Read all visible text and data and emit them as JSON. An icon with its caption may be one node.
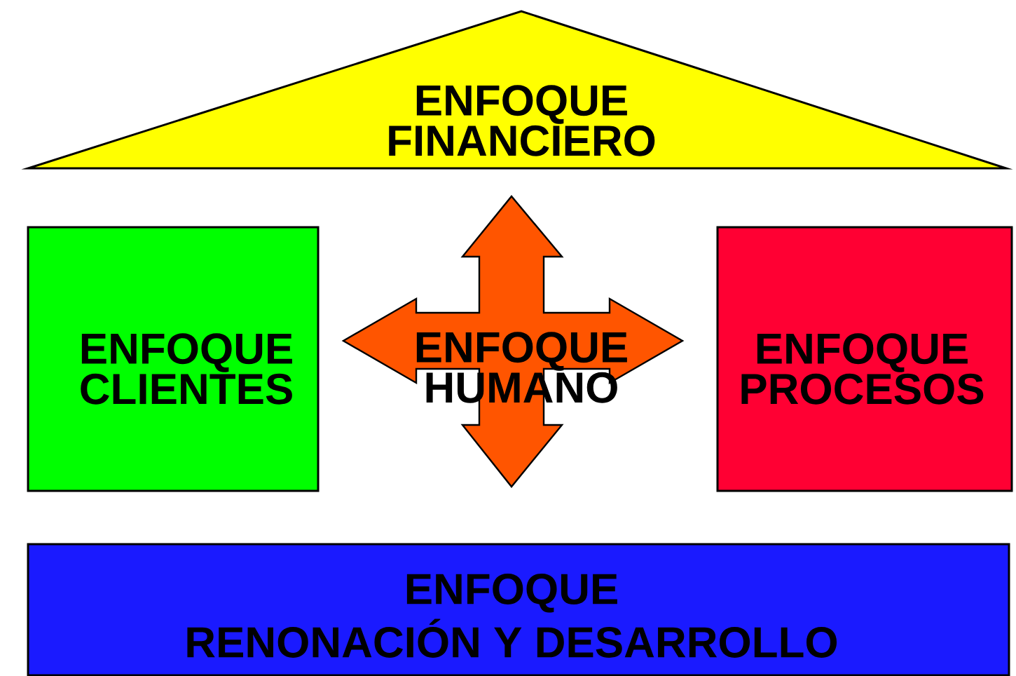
{
  "diagram": {
    "nodes": [
      {
        "text": [
          "ENFOQUE FINANCIERO"
        ]
      },
      {
        "text": [
          "ENFOQUE CLIENTES"
        ]
      },
      {
        "text": [
          "ENFOQUE HUMANO"
        ]
      },
      {
        "text": [
          "ENFOQUE PROCESOS"
        ]
      },
      {
        "text": [
          "ENFOQUE RENONACIÓN Y DESARROLLO"
        ]
      }
    ]
  }
}
